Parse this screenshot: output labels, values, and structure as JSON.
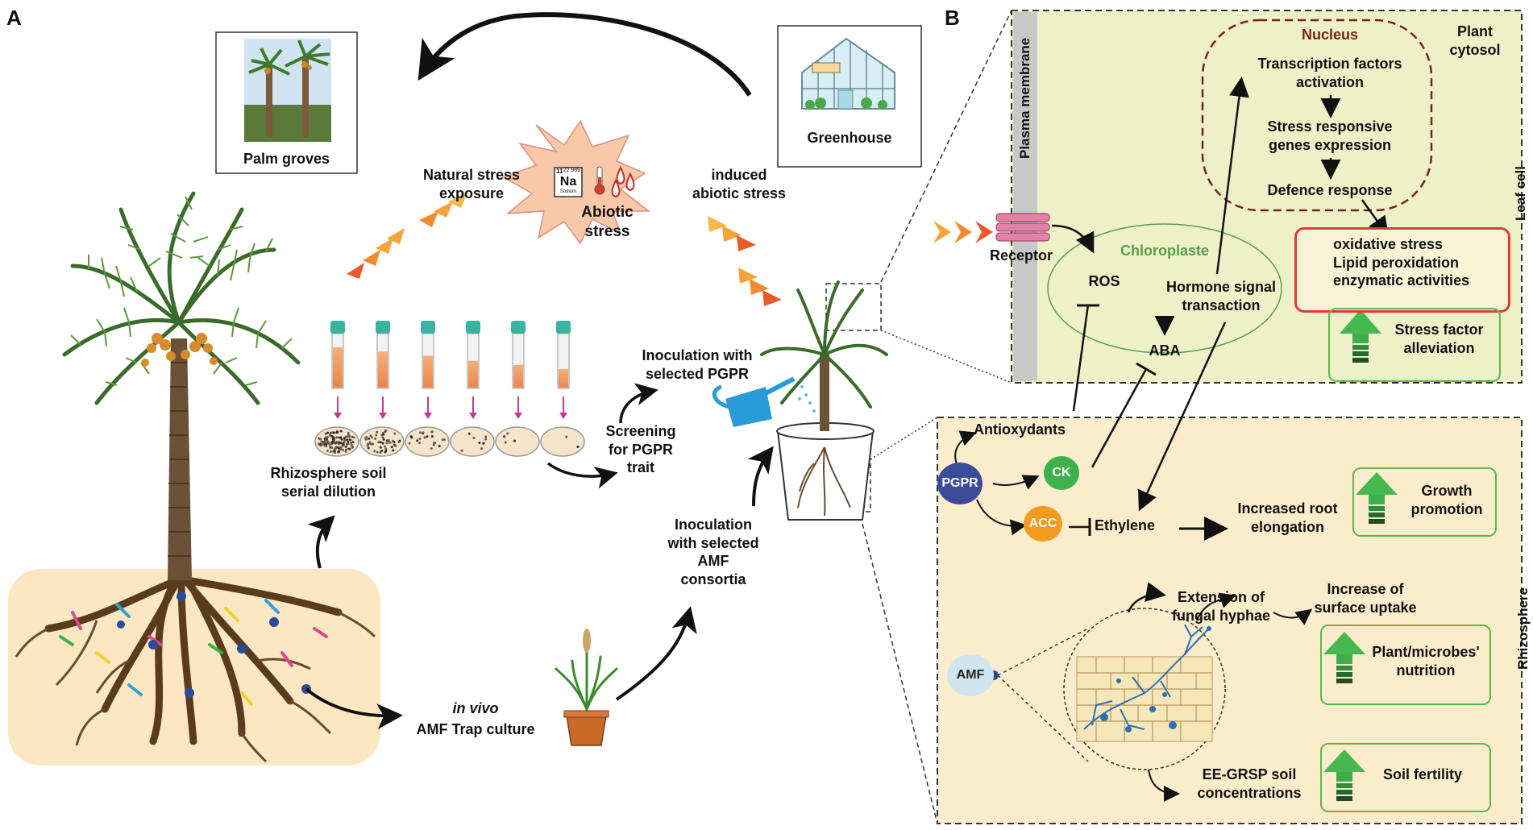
{
  "panel_a": {
    "letter": "A",
    "palm_groves": "Palm groves",
    "greenhouse": "Greenhouse",
    "natural_stress": "Natural stress\nexposure",
    "induced_stress": "induced\nabiotic stress",
    "abiotic_stress": "Abiotic stress",
    "element_symbol": "Na",
    "element_number": "11",
    "element_mass": "22.989",
    "element_name": "Sodium",
    "rhizosphere_dilution": "Rhizosphere soil\nserial dilution",
    "screening": "Screening\nfor PGPR\ntrait",
    "inoculation_pgpr": "Inoculation with\nselected PGPR",
    "inoculation_amf": "Inoculation\nwith selected\nAMF\nconsortia",
    "trap_culture_italic": "in vivo",
    "trap_culture": "AMF Trap culture"
  },
  "panel_b": {
    "letter": "B",
    "plasma_membrane": "Plasma membrane",
    "plant_cytosol": "Plant\ncytosol",
    "leaf_cell": "Leaf cell",
    "nucleus": "Nucleus",
    "transcription": "Transcription factors\nactivation",
    "stress_genes": "Stress responsive\ngenes expression",
    "defence": "Defence response",
    "receptor": "Receptor",
    "chloroplaste": "Chloroplaste",
    "ros": "ROS",
    "hormone": "Hormone signal\ntransaction",
    "aba": "ABA",
    "oxidative": "oxidative stress\nLipid peroxidation\nenzymatic activities",
    "stress_alleviation": "Stress factor\nalleviation",
    "antioxydants": "Antioxydants",
    "pgpr": "PGPR",
    "ck": "CK",
    "acc": "ACC",
    "ethylene": "Ethylene",
    "root_elongation": "Increased root\nelongation",
    "growth": "Growth\npromotion",
    "rhizosphere": "Rhizosphere",
    "amf": "AMF",
    "hyphae": "Extension of\nfungal hyphae",
    "surface_uptake": "Increase of\nsurface uptake",
    "nutrition": "Plant/microbes'\nnutrition",
    "grsp": "EE-GRSP soil\nconcentrations",
    "soil_fertility": "Soil fertility"
  },
  "colors": {
    "leaf_cell_bg": "#eef1c8",
    "rhizosphere_bg": "#fbeccb",
    "soil_bg": "#fbe8c3",
    "nucleus_border": "#7a1f1f",
    "green_up": "#3fae4a",
    "red_down": "#e4302b",
    "pgpr_blue": "#3a4c9a",
    "orange_bubble": "#f39a1f",
    "green_bubble": "#3fb04e",
    "amf_bubble": "#cfe6ef"
  }
}
